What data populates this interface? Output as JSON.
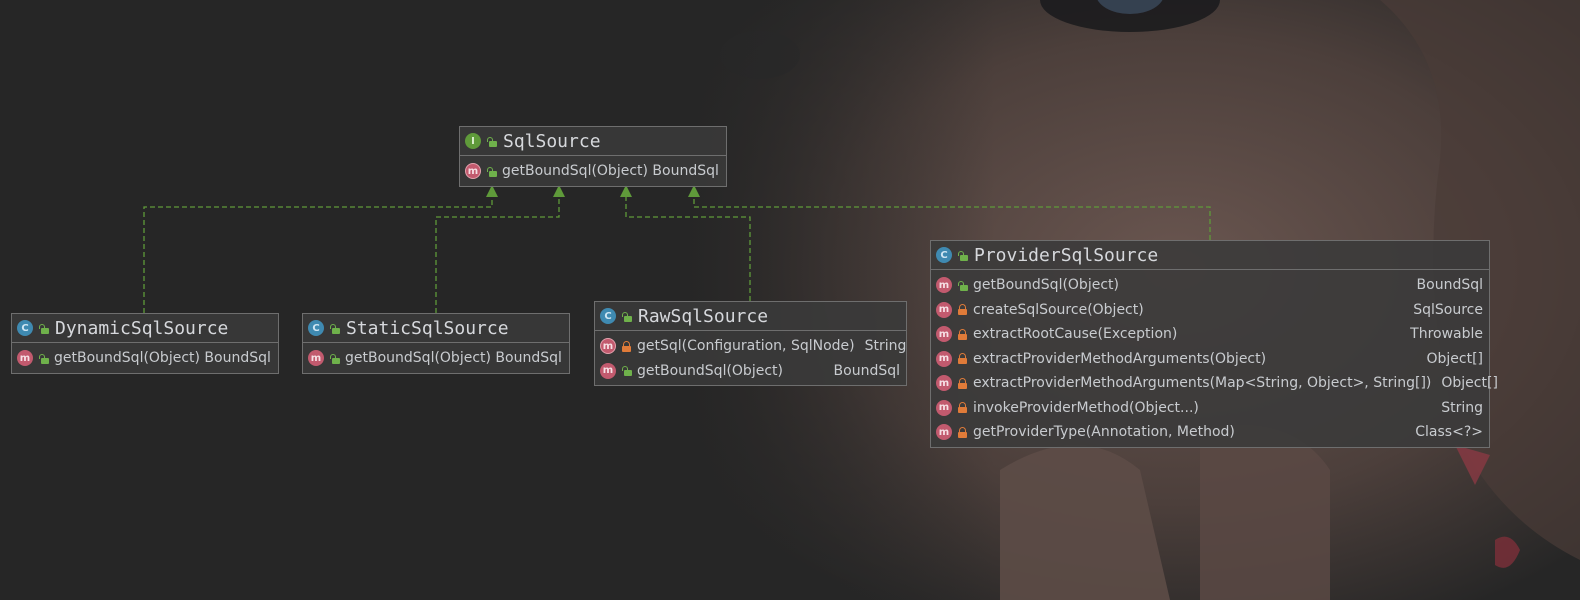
{
  "diagram": {
    "classes": {
      "sql_source": {
        "name": "SqlSource",
        "kind": "interface",
        "kind_letter": "I",
        "methods": [
          {
            "signature": "getBoundSql(Object) BoundSql",
            "visibility": "public",
            "abstract": true
          }
        ]
      },
      "dynamic_sql_source": {
        "name": "DynamicSqlSource",
        "kind": "class",
        "kind_letter": "C",
        "methods": [
          {
            "signature": "getBoundSql(Object) BoundSql",
            "visibility": "public"
          }
        ]
      },
      "static_sql_source": {
        "name": "StaticSqlSource",
        "kind": "class",
        "kind_letter": "C",
        "methods": [
          {
            "signature": "getBoundSql(Object) BoundSql",
            "visibility": "public"
          }
        ]
      },
      "raw_sql_source": {
        "name": "RawSqlSource",
        "kind": "class",
        "kind_letter": "C",
        "methods": [
          {
            "signature": "getSql(Configuration, SqlNode)",
            "return_type": "String",
            "visibility": "private",
            "static": true
          },
          {
            "signature": "getBoundSql(Object)",
            "return_type": "BoundSql",
            "visibility": "public"
          }
        ]
      },
      "provider_sql_source": {
        "name": "ProviderSqlSource",
        "kind": "class",
        "kind_letter": "C",
        "methods": [
          {
            "signature": "getBoundSql(Object)",
            "return_type": "BoundSql",
            "visibility": "public"
          },
          {
            "signature": "createSqlSource(Object)",
            "return_type": "SqlSource",
            "visibility": "private"
          },
          {
            "signature": "extractRootCause(Exception)",
            "return_type": "Throwable",
            "visibility": "private"
          },
          {
            "signature": "extractProviderMethodArguments(Object)",
            "return_type": "Object[]",
            "visibility": "private"
          },
          {
            "signature": "extractProviderMethodArguments(Map<String, Object>, String[])",
            "return_type": "Object[]",
            "visibility": "private"
          },
          {
            "signature": "invokeProviderMethod(Object...)",
            "return_type": "String",
            "visibility": "private"
          },
          {
            "signature": "getProviderType(Annotation, Method)",
            "return_type": "Class<?>",
            "visibility": "private"
          }
        ]
      }
    },
    "relations": [
      {
        "from": "DynamicSqlSource",
        "to": "SqlSource",
        "type": "implements"
      },
      {
        "from": "StaticSqlSource",
        "to": "SqlSource",
        "type": "implements"
      },
      {
        "from": "RawSqlSource",
        "to": "SqlSource",
        "type": "implements"
      },
      {
        "from": "ProviderSqlSource",
        "to": "SqlSource",
        "type": "implements"
      }
    ],
    "colors": {
      "background": "#262626",
      "node_fill": "#3a3a3a",
      "node_border": "#6e6e6e",
      "implements_line": "#5f9a3a",
      "class_icon": "#3f8ab1",
      "interface_icon": "#5f9a3a",
      "method_icon": "#c25a6e",
      "public_icon": "#6fb14b",
      "private_icon": "#e07b39"
    }
  }
}
